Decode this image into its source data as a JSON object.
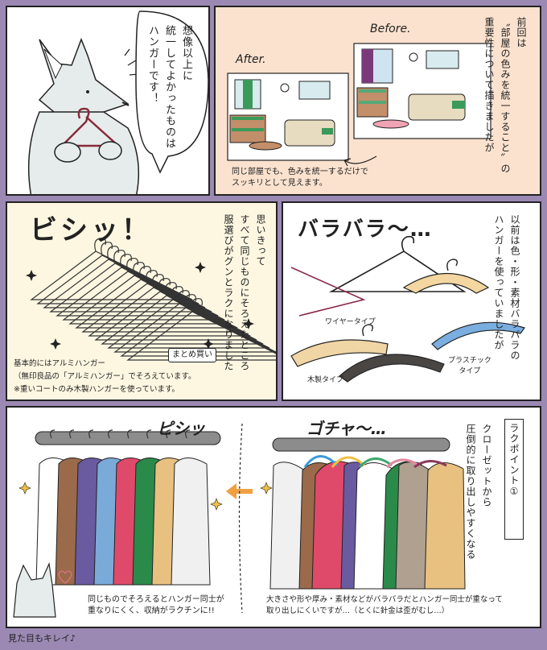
{
  "panel1": {
    "speech": [
      "想像以上に",
      "統一してよかったものは",
      "ハンガーです！"
    ]
  },
  "panel2": {
    "narration": [
      "前回は",
      "〝部屋の色みを統一すること〟の",
      "重要性について描きましたが"
    ],
    "after_label": "After.",
    "before_label": "Before.",
    "caption": [
      "同じ部屋でも、色みを統一するだけで",
      "スッキリとして見えます。"
    ]
  },
  "panel3": {
    "sfx": "ビシッ！",
    "narration": [
      "思いきって",
      "すべて同じものにそろえたところ",
      "服選びがグンとラクになりました"
    ],
    "tag": "まとめ買い",
    "notes": [
      "基本的にはアルミハンガー",
      "（無印良品の「アルミハンガー」でそろえています。",
      "※重いコートのみ木製ハンガーを使っています。"
    ]
  },
  "panel4": {
    "sfx": "バラバラ〜…",
    "narration": [
      "以前は色・形・素材バラバラの",
      "ハンガーを使っていましたが"
    ],
    "labels": {
      "wire": "ワイヤータイプ",
      "wood": "木製タイプ",
      "plastic": "プラスチック\nタイプ"
    }
  },
  "panel5": {
    "sfx_left": "ピシッ",
    "sfx_right": "ゴチャ〜…",
    "point_label": "ラクポイント①",
    "narration": [
      "クローゼットから",
      "圧倒的に取り出しやすくなる"
    ],
    "caption_left": [
      "同じものでそろえるとハンガー同士が",
      "重なりにくく、収納がラクチンに!!"
    ],
    "caption_right": [
      "大きさや形や厚み・素材などがバラバラだとハンガー同士が重なって",
      "取り出しにくいですが…（とくに針金は歪がむし…）"
    ]
  },
  "footer": "見た目もキレイ♪",
  "colors": {
    "frame_bg": "#9b89b4",
    "peach": "#fbe2cf",
    "cream": "#fdf7e2",
    "rail": "#8c8c8c"
  }
}
